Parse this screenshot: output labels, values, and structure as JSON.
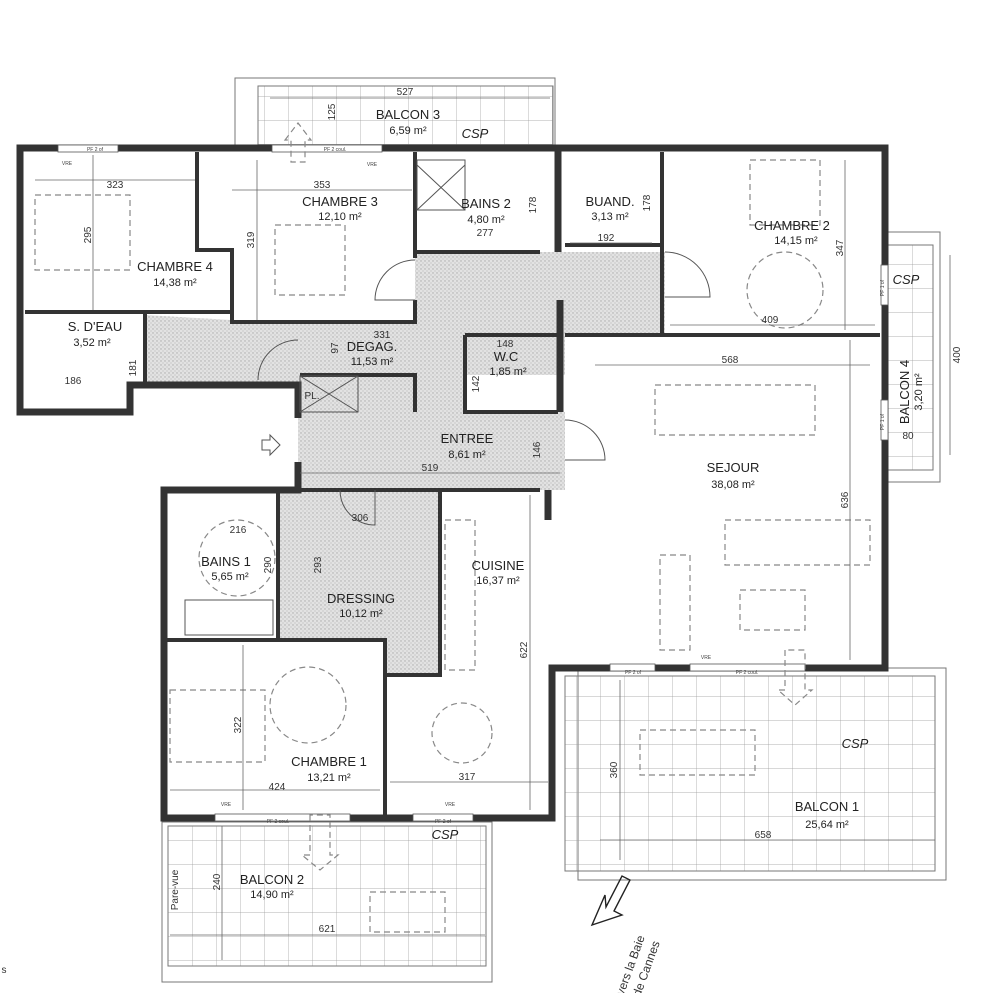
{
  "rooms": {
    "balcon3": {
      "name": "BALCON 3",
      "area": "6,59 m²"
    },
    "chambre4": {
      "name": "CHAMBRE 4",
      "area": "14,38 m²"
    },
    "chambre3": {
      "name": "CHAMBRE 3",
      "area": "12,10 m²"
    },
    "bains2": {
      "name": "BAINS 2",
      "area": "4,80 m²"
    },
    "buand": {
      "name": "BUAND.",
      "area": "3,13 m²"
    },
    "chambre2": {
      "name": "CHAMBRE 2",
      "area": "14,15 m²"
    },
    "balcon4": {
      "name": "BALCON 4",
      "area": "3,20 m²"
    },
    "sdeau": {
      "name": "S. D'EAU",
      "area": "3,52 m²"
    },
    "degag": {
      "name": "DEGAG.",
      "area": "11,53 m²"
    },
    "wc": {
      "name": "W.C",
      "area": "1,85 m²"
    },
    "entree": {
      "name": "ENTREE",
      "area": "8,61 m²"
    },
    "sejour": {
      "name": "SEJOUR",
      "area": "38,08 m²"
    },
    "bains1": {
      "name": "BAINS 1",
      "area": "5,65 m²"
    },
    "dressing": {
      "name": "DRESSING",
      "area": "10,12 m²"
    },
    "cuisine": {
      "name": "CUISINE",
      "area": "16,37 m²"
    },
    "chambre1": {
      "name": "CHAMBRE 1",
      "area": "13,21 m²"
    },
    "balcon2": {
      "name": "BALCON 2",
      "area": "14,90 m²"
    },
    "balcon1": {
      "name": "BALCON 1",
      "area": "25,64 m²"
    }
  },
  "dimensions": {
    "balcon3_w": "527",
    "balcon3_h": "125",
    "chambre4_w": "323",
    "chambre4_h": "295",
    "chambre3_w": "353",
    "chambre3_h": "319",
    "bains2_w": "277",
    "bains2_h": "178",
    "buand_w": "192",
    "buand_h": "178",
    "chambre2_w": "409",
    "chambre2_h": "347",
    "balcon4_w": "80",
    "balcon4_h": "400",
    "sdeau_w": "186",
    "sdeau_h": "181",
    "degag_w": "331",
    "degag_h": "97",
    "wc_w": "148",
    "wc_h": "142",
    "entree_w": "519",
    "entree_h": "146",
    "sejour_w": "568",
    "sejour_h": "636",
    "bains1_w": "216",
    "bains1_h": "290",
    "dressing_w": "306",
    "dressing_h": "293",
    "cuisine_w": "317",
    "cuisine_h": "622",
    "chambre1_w": "424",
    "chambre1_h": "322",
    "balcon2_w": "621",
    "balcon2_h": "240",
    "balcon1_w": "658",
    "balcon1_h": "360"
  },
  "labels": {
    "csp": "CSP",
    "pl": "PL.",
    "pare_vue": "Pare-vue",
    "vre": "VRE",
    "pf2of": "PF 2 of",
    "pf2coul": "PF 2 coul.",
    "pf1of": "PF 1 of",
    "view_line1": "Vue vers la Baie",
    "view_line2": "de Cannes",
    "corner_fragment": "s"
  },
  "colors": {
    "wall": "#333333",
    "circulation": "#d9d9d9",
    "background": "#ffffff"
  }
}
